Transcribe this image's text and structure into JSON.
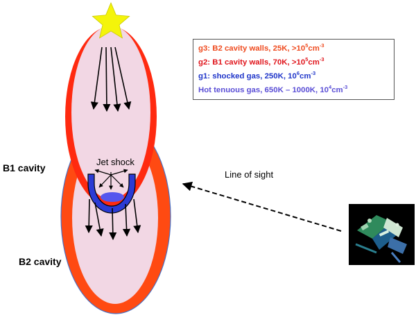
{
  "legend": {
    "g3": {
      "text": "g3: B2 cavity walls, 25K, >10",
      "sup": "5",
      "unit": "cm",
      "unit_sup": "-3",
      "color": "#ef4b1f"
    },
    "g2": {
      "text": "g2: B1 cavity walls, 70K, >10",
      "sup": "5",
      "unit": "cm",
      "unit_sup": "-3",
      "color": "#e0141b"
    },
    "g1": {
      "text": "g1: shocked gas,  250K, 10",
      "sup": "6",
      "unit": "cm",
      "unit_sup": "-3",
      "color": "#1f35c9"
    },
    "hot": {
      "text": "Hot tenuous gas, 650K – 1000K, 10",
      "sup": "4",
      "unit": "cm",
      "unit_sup": "-3",
      "color": "#5b4fd6"
    }
  },
  "labels": {
    "b1_cavity": "B1 cavity",
    "b2_cavity": "B2 cavity",
    "jet_shock": "Jet shock",
    "line_of_sight": "Line of sight"
  },
  "colors": {
    "cavity_fill": "#f2d7e4",
    "b2_wall": "#ff4a12",
    "b1_wall": "#ff2a10",
    "shock_arc": "#2b3bd4",
    "shock_blob": "#5656ee",
    "star": "#f4f40a",
    "telescope_bg": "#000000"
  },
  "icons": {
    "star": "star-icon",
    "telescope": "telescope-icon"
  }
}
